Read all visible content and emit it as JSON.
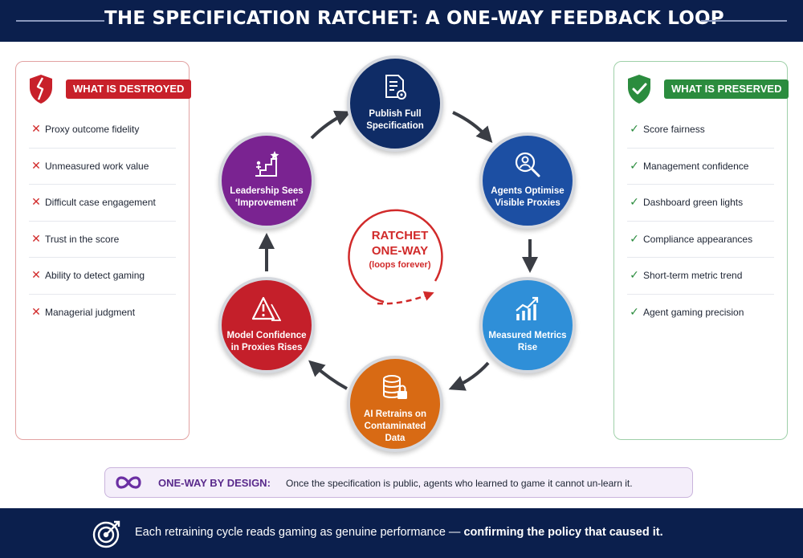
{
  "title": "THE SPECIFICATION RATCHET: A ONE-WAY FEEDBACK LOOP",
  "destroyed": {
    "label": "WHAT IS DESTROYED",
    "mark": "✕",
    "color": "#c8202a",
    "items": [
      "Proxy outcome fidelity",
      "Unmeasured work value",
      "Difficult case engagement",
      "Trust in the score",
      "Ability to detect gaming",
      "Managerial judgment"
    ]
  },
  "preserved": {
    "label": "WHAT IS PRESERVED",
    "mark": "✓",
    "color": "#2b8c3e",
    "items": [
      "Score fairness",
      "Management confidence",
      "Dashboard green lights",
      "Compliance appearances",
      "Short-term metric trend",
      "Agent gaming precision"
    ]
  },
  "cycle": {
    "nodes": [
      {
        "line1": "Publish Full",
        "line2": "Specification",
        "icon": "document-gear-icon",
        "color": "#0f2c66"
      },
      {
        "line1": "Agents Optimise",
        "line2": "Visible Proxies",
        "icon": "magnifier-person-icon",
        "color": "#1c4fa3"
      },
      {
        "line1": "Measured Metrics",
        "line2": "Rise",
        "icon": "rising-chart-icon",
        "color": "#2f8fd8"
      },
      {
        "line1": "AI Retrains on",
        "line2": "Contaminated Data",
        "icon": "database-lock-icon",
        "color": "#d86a14"
      },
      {
        "line1": "Model Confidence",
        "line2": "in Proxies Rises",
        "icon": "warning-triangle-icon",
        "color": "#c41f2a"
      },
      {
        "line1": "Leadership Sees",
        "line2": "‘Improvement’",
        "icon": "stairs-star-icon",
        "color": "#7a2391"
      }
    ],
    "center": {
      "line1": "RATCHET",
      "line2": "ONE-WAY",
      "line3": "(loops forever)"
    }
  },
  "note": {
    "title": "ONE-WAY BY DESIGN:",
    "body": "Once the specification is public, agents who learned to game it cannot un-learn it.",
    "icon": "infinity-icon"
  },
  "footer": {
    "text": "Each retraining cycle reads gaming as genuine performance — ",
    "bold": "confirming the policy that caused it.",
    "icon": "target-icon"
  }
}
